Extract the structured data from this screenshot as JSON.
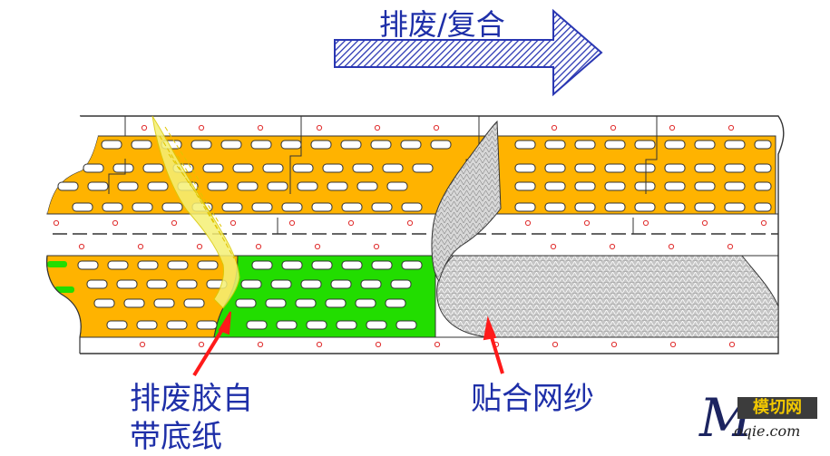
{
  "direction_label": "排废/复合",
  "labels": {
    "waste_tape_line1": "排废胶自",
    "waste_tape_line2": "带底纸",
    "mesh": "贴合网纱"
  },
  "watermark": {
    "mark": "M",
    "brand": "模切网",
    "url": "oqie.com"
  },
  "colors": {
    "label_blue": "#1e2fa8",
    "arrow_blue": "#2a37b3",
    "orange": "#ffb300",
    "green": "#22dd00",
    "yellow": "#f5f075",
    "mesh_gray": "#c8c8c8",
    "pointer_red": "#ff1a1a",
    "hole_red": "#e03030"
  }
}
